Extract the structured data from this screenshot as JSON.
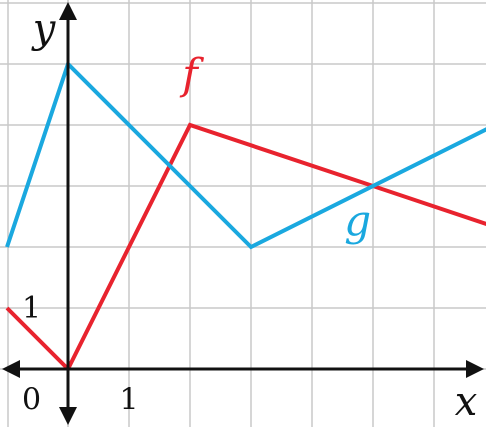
{
  "chart_data": {
    "type": "line",
    "xlabel": "x",
    "ylabel": "y",
    "xlim": [
      -1,
      7
    ],
    "ylim": [
      -1,
      6
    ],
    "grid": true,
    "tick_labels": [
      {
        "text": "0",
        "x": -0.5,
        "y": -0.5
      },
      {
        "text": "1",
        "x": 1,
        "y": -0.5
      },
      {
        "text": "1",
        "x": -0.5,
        "y": 1
      }
    ],
    "series": [
      {
        "name": "f",
        "color": "#e8232e",
        "label_at": {
          "x": 2,
          "y": 4.6
        },
        "points": [
          [
            -1,
            1
          ],
          [
            0,
            0
          ],
          [
            2,
            4
          ],
          [
            5,
            3
          ],
          [
            7,
            2.33
          ]
        ]
      },
      {
        "name": "g",
        "color": "#1aa8df",
        "label_at": {
          "x": 4.75,
          "y": 2.2
        },
        "points": [
          [
            -1,
            2
          ],
          [
            0,
            5
          ],
          [
            3,
            2
          ],
          [
            7,
            4
          ]
        ]
      }
    ]
  }
}
